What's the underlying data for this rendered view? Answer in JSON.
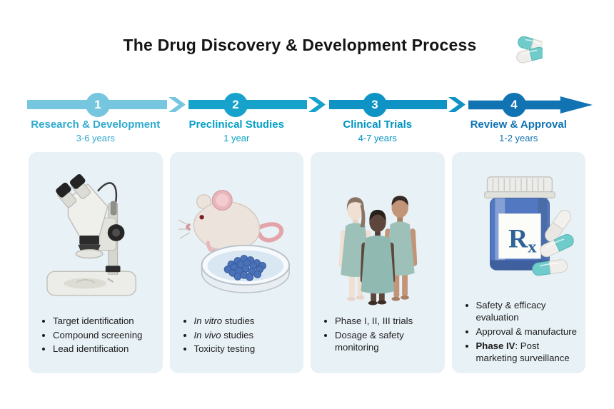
{
  "title": "The Drug Discovery & Development Process",
  "header_icon": "pills-icon",
  "stages": [
    {
      "number": "1",
      "label": "Research & Development",
      "duration": "3-6 years",
      "arrow_color": "#75c6de",
      "label_color": "#2fa9cf",
      "illustration": "microscope",
      "bullets": [
        [
          {
            "t": "Target identification"
          }
        ],
        [
          {
            "t": "Compound screening"
          }
        ],
        [
          {
            "t": "Lead identification"
          }
        ]
      ]
    },
    {
      "number": "2",
      "label": "Preclinical Studies",
      "duration": "1 year",
      "arrow_color": "#16a2ca",
      "label_color": "#06a0c8",
      "illustration": "mouse-petri-dish",
      "bullets": [
        [
          {
            "t": "In vitro",
            "s": "i"
          },
          {
            "t": " studies"
          }
        ],
        [
          {
            "t": "In vivo",
            "s": "i"
          },
          {
            "t": " studies"
          }
        ],
        [
          {
            "t": "Toxicity testing"
          }
        ]
      ]
    },
    {
      "number": "3",
      "label": "Clinical Trials",
      "duration": "4-7 years",
      "arrow_color": "#0e93c4",
      "label_color": "#0092c2",
      "illustration": "clinical-trial-participants",
      "bullets": [
        [
          {
            "t": "Phase I, II, III trials"
          }
        ],
        [
          {
            "t": "Dosage & safety monitoring"
          }
        ]
      ]
    },
    {
      "number": "4",
      "label": "Review & Approval",
      "duration": "1-2 years",
      "arrow_color": "#1173b2",
      "label_color": "#0e72b2",
      "illustration": "rx-pill-bottle",
      "bullets": [
        [
          {
            "t": "Safety & efficacy evaluation"
          }
        ],
        [
          {
            "t": "Approval & manufacture"
          }
        ],
        [
          {
            "t": "Phase IV",
            "s": "b"
          },
          {
            "t": ": Post marketing surveillance"
          }
        ]
      ]
    }
  ],
  "colors": {
    "card_bg": "#e8f1f6",
    "title_text": "#151515",
    "bullet_text": "#1d1d1d",
    "capsule_teal": "#6fcccb",
    "capsule_white": "#efeeea"
  }
}
